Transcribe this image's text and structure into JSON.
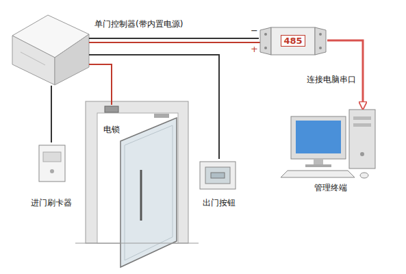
{
  "diagram": {
    "nodes": [
      {
        "text": [
          "单门控制器(带内置电源)"
        ]
      },
      {
        "text": [
          "485"
        ]
      },
      {
        "text": [
          "管理终端"
        ]
      },
      {
        "text": [
          "电锁"
        ]
      },
      {
        "text": [
          "进门刷卡器"
        ]
      },
      {
        "text": [
          "出门按钮"
        ]
      }
    ],
    "edges": [
      {
        "from": 0,
        "to": 1,
        "arrow": "none"
      },
      {
        "from": 1,
        "to": 2,
        "arrow": "to",
        "label": "连接电脑串口"
      },
      {
        "from": 0,
        "to": 3,
        "arrow": "none"
      },
      {
        "from": 0,
        "to": 4,
        "arrow": "none"
      },
      {
        "from": 0,
        "to": 5,
        "arrow": "none"
      }
    ],
    "labels": [
      "−",
      "+"
    ]
  }
}
